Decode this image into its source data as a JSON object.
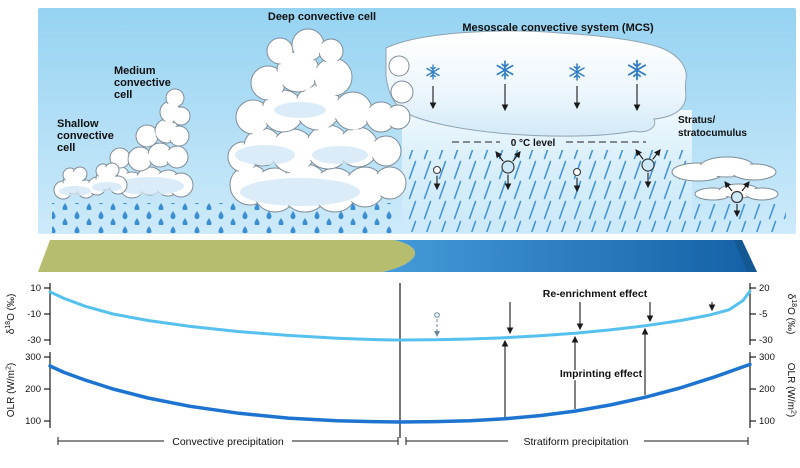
{
  "scene": {
    "labels": {
      "deep_cell": "Deep convective cell",
      "medium_cell": [
        "Medium",
        "convective",
        "cell"
      ],
      "shallow_cell": [
        "Shallow",
        "convective",
        "cell"
      ],
      "mcs": "Mesoscale convective system (MCS)",
      "freezing_level": "0 °C level",
      "stratus": [
        "Stratus/",
        "stratocumulus"
      ]
    }
  },
  "charts": {
    "d18o": {
      "title_parts": [
        "δ",
        "18",
        "O (‰)"
      ],
      "left_ticks": [
        "10",
        "-10",
        "-30"
      ],
      "right_ticks": [
        "20",
        "-5",
        "-30"
      ]
    },
    "olr": {
      "title_parts": [
        "OLR (W/m",
        "2",
        ")"
      ],
      "ticks": [
        "300",
        "200",
        "100"
      ]
    },
    "annotations": {
      "re_enrichment": "Re-enrichment effect",
      "imprinting": "Imprinting effect"
    },
    "regions": {
      "convective": "Convective precipitation",
      "stratiform": "Stratiform precipitation"
    }
  },
  "colors": {
    "sky_top": "#96d3f2",
    "sky_bottom": "#cdeafa",
    "land": "#b6bd6f",
    "ocean_light": "#459bda",
    "ocean_dark": "#1460a6",
    "snowflake": "#2e7cc3",
    "rain_streak": "#4795d4",
    "rain_drop": "#3c8ed3",
    "d18o_curve": "#56c1ef",
    "olr_curve": "#1d74d0"
  },
  "chart_data": [
    {
      "type": "line",
      "name": "delta18O",
      "ylabel_left": "δ18O (‰)",
      "ylabel_right": "δ18O (‰)",
      "ylim_left": [
        -30,
        10
      ],
      "ylim_right": [
        -30,
        20
      ],
      "yticks_left": [
        10,
        -10,
        -30
      ],
      "yticks_right": [
        20,
        -5,
        -30
      ],
      "x_note": "relative distance: 0 = left edge, 0.5 = convective/stratiform boundary, 1 = right edge",
      "series": [
        {
          "name": "convective",
          "x": [
            0,
            0.02,
            0.05,
            0.09,
            0.14,
            0.2,
            0.27,
            0.34,
            0.41,
            0.46,
            0.49,
            0.5
          ],
          "y": [
            7,
            2,
            -4,
            -10,
            -15,
            -19.5,
            -23.5,
            -26.5,
            -28.6,
            -29.6,
            -30,
            -30
          ]
        },
        {
          "name": "stratiform",
          "x": [
            0.5,
            0.55,
            0.6,
            0.65,
            0.7,
            0.75,
            0.8,
            0.85,
            0.9,
            0.94,
            0.97,
            0.99,
            1.0
          ],
          "y": [
            -30,
            -29.7,
            -29,
            -27.8,
            -26,
            -23.5,
            -20.3,
            -16.3,
            -11.3,
            -6.3,
            -1.0,
            8.0,
            17.0
          ]
        }
      ]
    },
    {
      "type": "line",
      "name": "OLR",
      "ylabel": "OLR (W/m²)",
      "ylim": [
        100,
        300
      ],
      "yticks": [
        300,
        200,
        100
      ],
      "series": [
        {
          "name": "convective",
          "x": [
            0,
            0.02,
            0.05,
            0.09,
            0.14,
            0.2,
            0.27,
            0.34,
            0.41,
            0.46,
            0.5
          ],
          "y": [
            272,
            252,
            228,
            200,
            172,
            146,
            124,
            109,
            101,
            98,
            97
          ]
        },
        {
          "name": "stratiform",
          "x": [
            0.5,
            0.55,
            0.6,
            0.65,
            0.7,
            0.75,
            0.8,
            0.85,
            0.9,
            0.95,
            1.0
          ],
          "y": [
            97,
            98,
            101,
            107,
            117,
            131,
            150,
            174,
            203,
            238,
            277
          ]
        }
      ]
    }
  ]
}
